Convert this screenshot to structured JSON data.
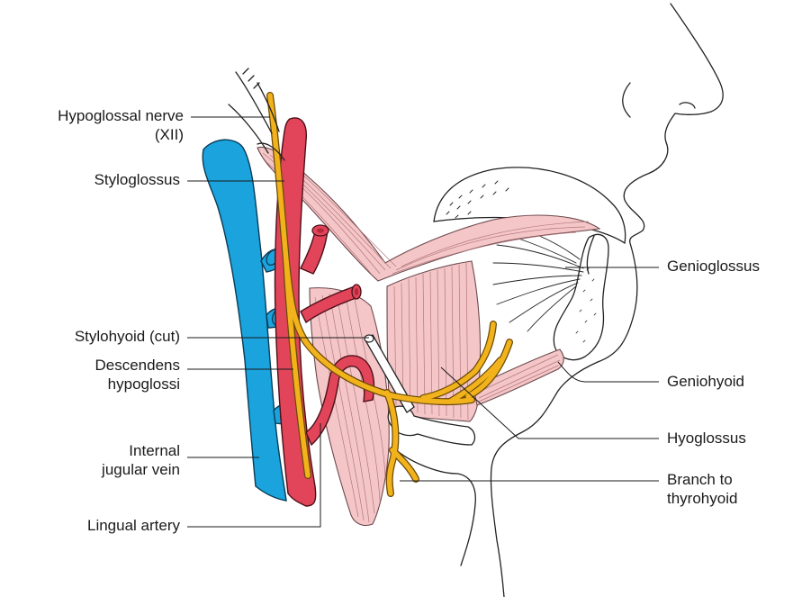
{
  "colors": {
    "nerve": "#f2b21b",
    "artery": "#e2455a",
    "vein": "#1aa3dc",
    "muscle": "#f4c6c8",
    "outline": "#222222"
  },
  "labels": {
    "hypoglossal_nerve": "Hypoglossal nerve",
    "hypoglossal_nerve_line2": "(XII)",
    "styloglossus": "Styloglossus",
    "stylohyoid_cut": "Stylohyoid (cut)",
    "descendens_line1": "Descendens",
    "descendens_line2": "hypoglossi",
    "internal_jugular_line1": "Internal",
    "internal_jugular_line2": "jugular vein",
    "lingual_artery": "Lingual artery",
    "genioglossus": "Genioglossus",
    "geniohyoid": "Geniohyoid",
    "hyoglossus": "Hyoglossus",
    "branch_thyrohyoid_line1": "Branch to",
    "branch_thyrohyoid_line2": "thyrohyoid"
  }
}
